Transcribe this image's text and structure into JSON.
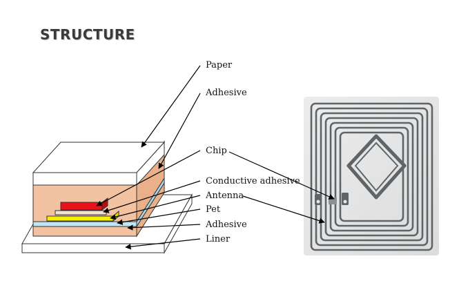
{
  "title": "STRUCTURE",
  "labels": {
    "paper": "Paper",
    "adhesive_top": "Adhesive",
    "chip": "Chip",
    "conductive_adhesive": "Conductive adhesive",
    "antenna": "Antenna",
    "pet": "Pet",
    "adhesive_bottom": "Adhesive",
    "liner": "Liner"
  },
  "colors": {
    "paper": "#ffffff",
    "adhesive": "#f3c2a0",
    "chip": "#e8131a",
    "antenna": "#f4f000",
    "pet": "#bfe6f4",
    "liner": "#ffffff",
    "tag_background": "#e6e6e6",
    "tag_coil": "#5e6467"
  }
}
